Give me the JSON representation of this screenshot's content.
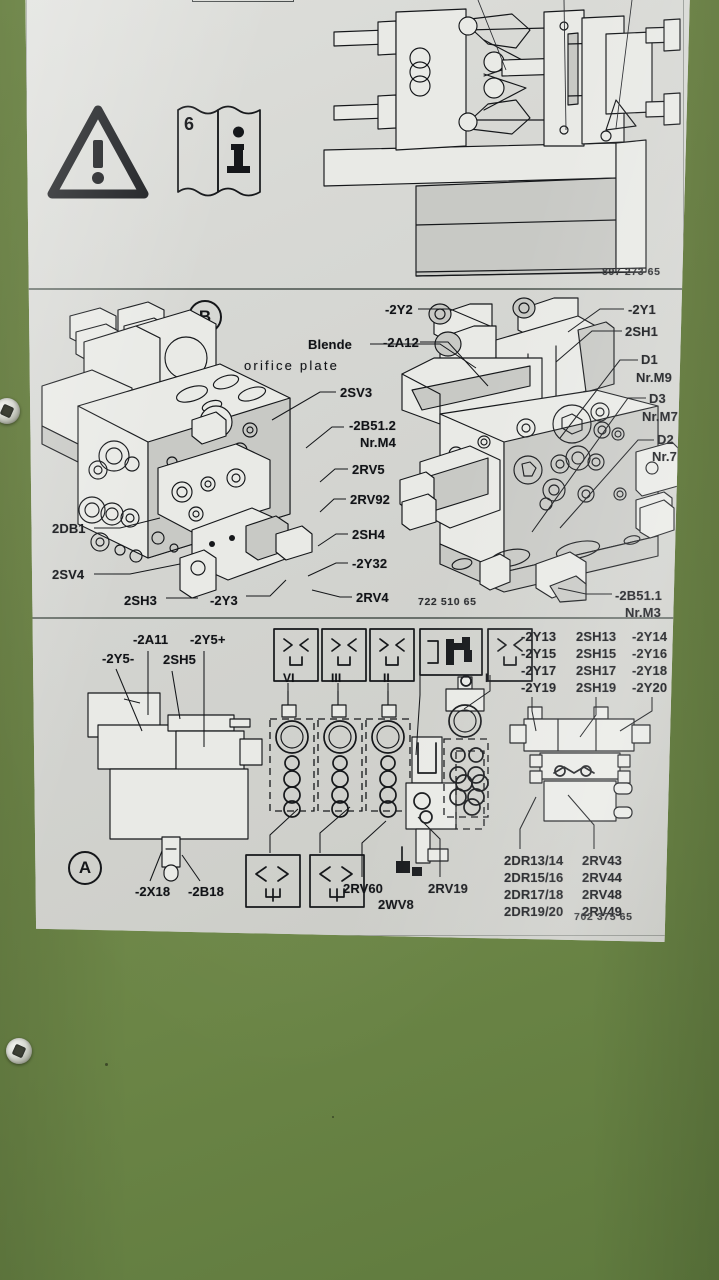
{
  "scene": {
    "kind": "machine-nameplate-photo",
    "machine_panel_color": "#748c4c",
    "placard_color": "#d7d8d4",
    "ink_color": "#15171a"
  },
  "top_panel": {
    "part_number": "897 273 65",
    "warning_icon": "warning-triangle-icon",
    "manual_icon": "open-manual-icon",
    "manual_chapter": "6",
    "info_glyph": "i",
    "machine_graphic": "injection-moulding-machine-side-view"
  },
  "middle_panel": {
    "tag": "B",
    "part_number": "722 510 65",
    "notes": {
      "german": "Blende",
      "english": "orifice plate"
    },
    "labels_left": [
      "2SV3",
      "-2B51.2",
      "Nr.M4",
      "2RV5",
      "2RV92",
      "2SH4",
      "-2Y32",
      "2RV4",
      "2DB1",
      "2SV4",
      "2SH3",
      "-2Y3"
    ],
    "labels_right": [
      "-2Y2",
      "-2A12",
      "-2Y1",
      "2SH1",
      "D1",
      "Nr.M9",
      "D3",
      "Nr.M7",
      "D2",
      "Nr.7",
      "-2B51.1",
      "Nr.M3"
    ]
  },
  "bottom_panel": {
    "tag": "A",
    "part_number": "702 375 65",
    "left_group": {
      "top_labels": [
        "-2Y5-",
        "-2A11",
        "2SH5",
        "-2Y5+"
      ],
      "bottom_labels": [
        "-2X18",
        "-2B18"
      ]
    },
    "symbol_boxes": [
      {
        "name": "core-pull-symbol",
        "roman": "VI"
      },
      {
        "name": "core-pull-symbol",
        "roman": "III"
      },
      {
        "name": "core-pull-symbol",
        "roman": "II"
      },
      {
        "name": "ejector-symbol",
        "roman": ""
      },
      {
        "name": "core-pull-symbol",
        "roman": "I"
      }
    ],
    "flow_symbol_boxes": [
      "throttle-symbol",
      "throttle-symbol"
    ],
    "centre_labels": [
      "2RV60",
      "2WV8",
      "2RV19"
    ],
    "right_columns": [
      [
        "-2Y13",
        "-2Y15",
        "-2Y17",
        "-2Y19"
      ],
      [
        "2SH13",
        "2SH15",
        "2SH17",
        "2SH19"
      ],
      [
        "-2Y14",
        "-2Y16",
        "-2Y18",
        "-2Y20"
      ]
    ],
    "right_bottom_columns": [
      [
        "2DR13/14",
        "2DR15/16",
        "2DR17/18",
        "2DR19/20"
      ],
      [
        "2RV43",
        "2RV44",
        "2RV48",
        "2RV49"
      ]
    ]
  }
}
